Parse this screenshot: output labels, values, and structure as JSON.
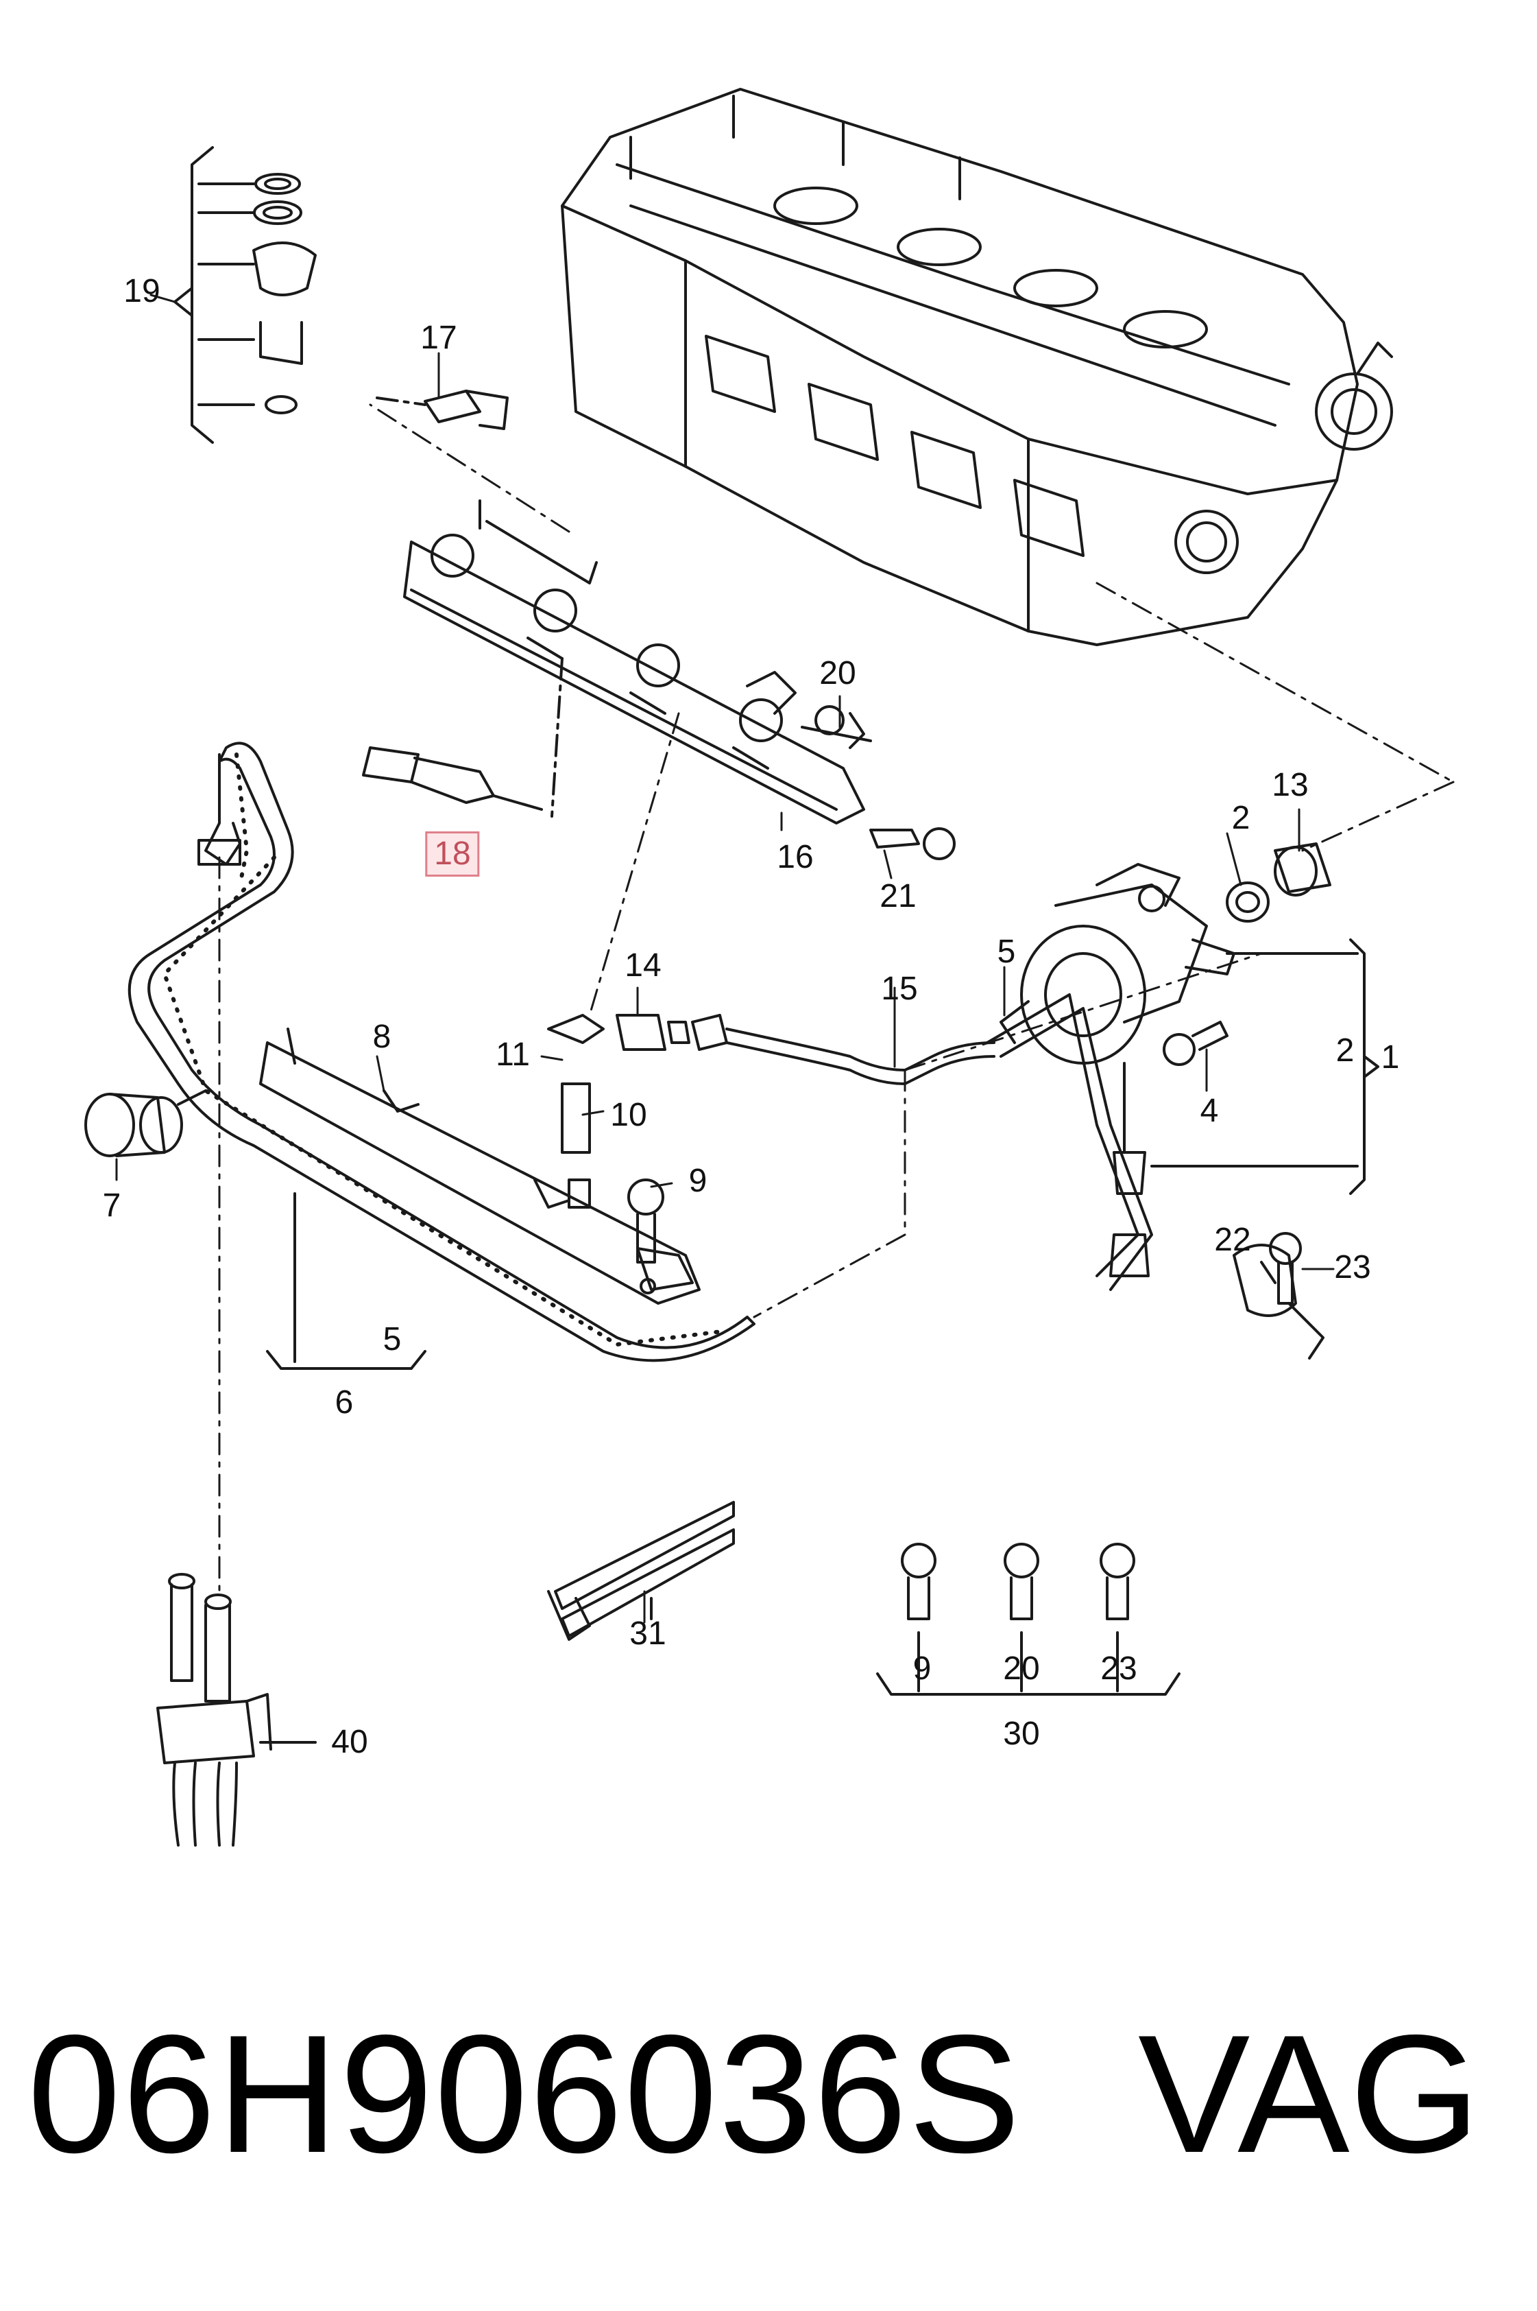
{
  "labels": {
    "l1": "1",
    "l2a": "2",
    "l2b": "2",
    "l4": "4",
    "l5a": "5",
    "l5b": "5",
    "l6": "6",
    "l7": "7",
    "l8": "8",
    "l9a": "9",
    "l9b": "9",
    "l10": "10",
    "l11": "11",
    "l13": "13",
    "l14": "14",
    "l15": "15",
    "l16": "16",
    "l17": "17",
    "l18": "18",
    "l19": "19",
    "l20a": "20",
    "l20b": "20",
    "l21": "21",
    "l22": "22",
    "l23a": "23",
    "l23b": "23",
    "l30": "30",
    "l31": "31",
    "l40": "40"
  },
  "highlighted_label": "18",
  "footer": {
    "part_number": "06H906036S",
    "brand": "VAG"
  },
  "colors": {
    "line": "#1a1a1a",
    "highlight_border": "#e0808a",
    "highlight_fill": "#fde6e8"
  }
}
